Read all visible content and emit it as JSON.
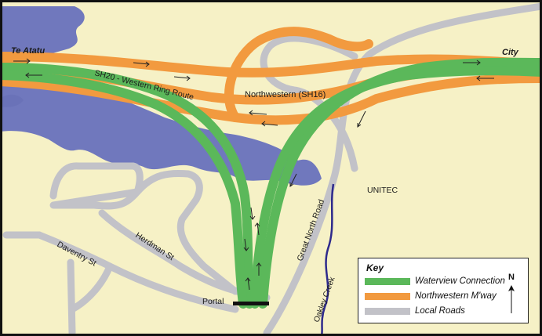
{
  "colors": {
    "land": "#f6f1c6",
    "water": "#7078bd",
    "waterview": "#5bb85a",
    "northwestern": "#f29a3f",
    "local_roads": "#c2c2c8",
    "creek": "#2e2a8c",
    "border": "#111111"
  },
  "labels": {
    "te_atatu": "Te Atatu",
    "city": "City",
    "sh20": "SH20 - Western Ring Route",
    "northwestern": "Northwestern (SH16)",
    "unitec": "UNITEC",
    "great_north_road": "Great North Road",
    "herdman_st": "Herdman St",
    "daventry_st": "Daventry St",
    "oakley_creek": "Oakley Creek",
    "portal": "Portal"
  },
  "key": {
    "title": "Key",
    "north": "N",
    "items": [
      {
        "label": "Waterview Connection",
        "color": "#5bb85a"
      },
      {
        "label": "Northwestern M'way",
        "color": "#f29a3f"
      },
      {
        "label": "Local Roads",
        "color": "#c2c2c8"
      }
    ]
  }
}
